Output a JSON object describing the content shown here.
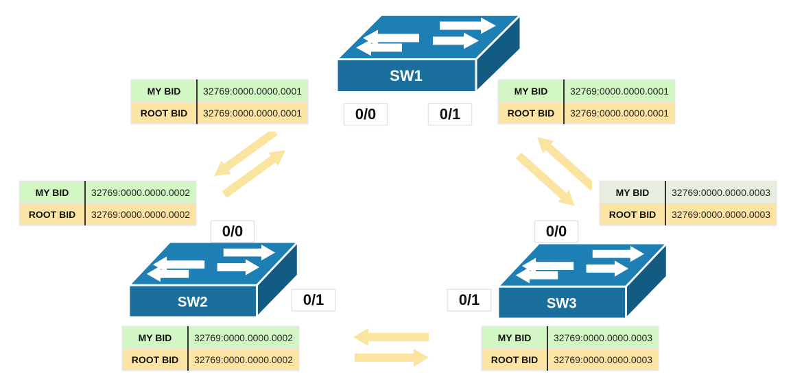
{
  "switches": {
    "sw1": {
      "label": "SW1"
    },
    "sw2": {
      "label": "SW2"
    },
    "sw3": {
      "label": "SW3"
    }
  },
  "tables": {
    "sw1_left": {
      "my_label": "MY BID",
      "my_value": "32769:0000.0000.0001",
      "root_label": "ROOT BID",
      "root_value": "32769:0000.0000.0001"
    },
    "sw1_right": {
      "my_label": "MY BID",
      "my_value": "32769:0000.0000.0001",
      "root_label": "ROOT BID",
      "root_value": "32769:0000.0000.0001"
    },
    "sw2_left": {
      "my_label": "MY BID",
      "my_value": "32769:0000.0000.0002",
      "root_label": "ROOT BID",
      "root_value": "32769:0000.0000.0002"
    },
    "sw2_bottom": {
      "my_label": "MY BID",
      "my_value": "32769:0000.0000.0002",
      "root_label": "ROOT BID",
      "root_value": "32769:0000.0000.0002"
    },
    "sw3_right": {
      "my_label": "MY BID",
      "my_value": "32769:0000.0000.0003",
      "root_label": "ROOT BID",
      "root_value": "32769:0000.0000.0003"
    },
    "sw3_bottom": {
      "my_label": "MY BID",
      "my_value": "32769:0000.0000.0003",
      "root_label": "ROOT BID",
      "root_value": "32769:0000.0000.0003"
    }
  },
  "ports": {
    "sw1_p00": "0/0",
    "sw1_p01": "0/1",
    "sw2_p00": "0/0",
    "sw2_p01": "0/1",
    "sw3_p00": "0/0",
    "sw3_p01": "0/1"
  },
  "colors": {
    "switch_front": "#1a6f9c",
    "switch_top": "#1d7fb3",
    "my_bid_bg": "#d3f7c4",
    "root_bid_bg": "#fbe4a4",
    "arrow": "#fbe3a0"
  },
  "icons": {
    "switch": "network-switch-icon",
    "arrow": "bpdu-arrow-icon"
  }
}
